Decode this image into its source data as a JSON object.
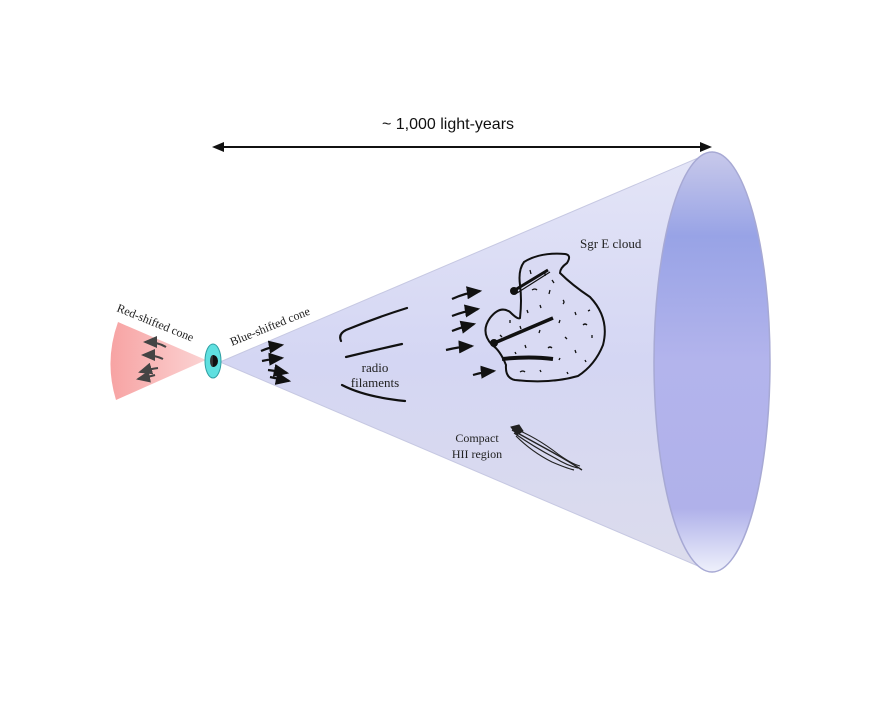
{
  "diagram": {
    "scale_label": "~ 1,000 light-years",
    "labels": {
      "red_cone": "Red-shifted cone",
      "blue_cone": "Blue-shifted cone",
      "radio_filaments_line1": "radio",
      "radio_filaments_line2": "filaments",
      "sgr_e_cloud": "Sgr E cloud",
      "hii_line1": "Compact",
      "hii_line2": "HII region"
    },
    "colors": {
      "red_cone": "#f6a9a9",
      "blue_cone": "#d6d8f2",
      "cone_end": "#a9aeea",
      "source": "#5fe0e0",
      "ink": "#111111"
    }
  }
}
